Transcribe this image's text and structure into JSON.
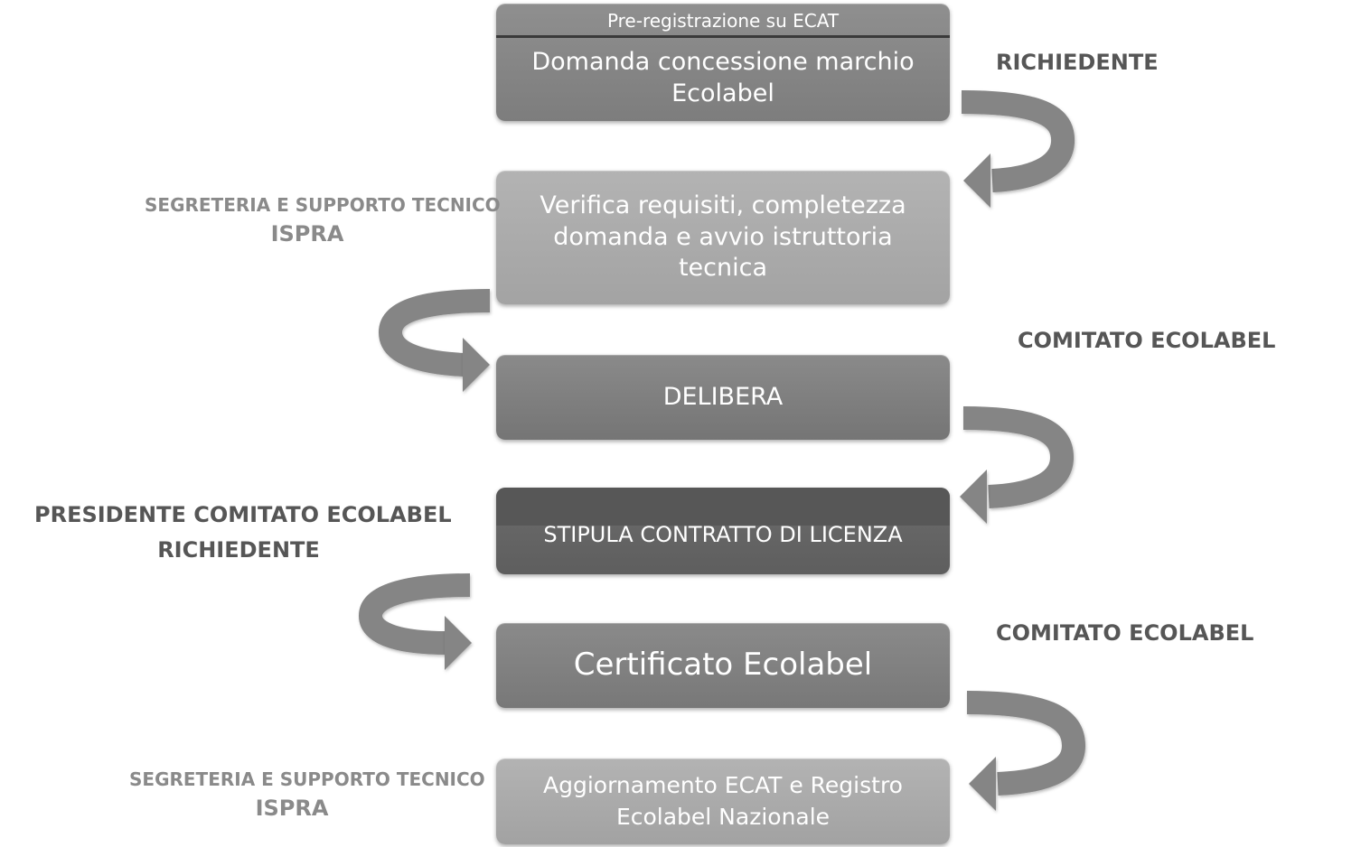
{
  "steps": {
    "pre_registration": "Pre-registrazione su ECAT",
    "application": "Domanda concessione marchio Ecolabel",
    "verification": "Verifica requisiti, completezza domanda e avvio istruttoria tecnica",
    "resolution": "DELIBERA",
    "license_contract": "STIPULA CONTRATTO DI LICENZA",
    "certificate": "Certificato Ecolabel",
    "update": "Aggiornamento ECAT e Registro Ecolabel Nazionale"
  },
  "actors": {
    "applicant": "RICHIEDENTE",
    "secretariat_1_line1": "SEGRETERIA E SUPPORTO TECNICO",
    "secretariat_1_line2": "ISPRA",
    "committee_1": "COMITATO ECOLABEL",
    "president_line1": "PRESIDENTE COMITATO ECOLABEL",
    "president_line2": "RICHIEDENTE",
    "committee_2": "COMITATO ECOLABEL",
    "secretariat_2_line1": "SEGRETERIA E SUPPORTO TECNICO",
    "secretariat_2_line2": "ISPRA"
  },
  "colors": {
    "box_dark": "#7d7d7d",
    "box_light": "#a8a8a8",
    "box_darkest": "#5e5e5e",
    "arrow": "#858585",
    "label_dark": "#565656",
    "label_light": "#8a8a8a"
  }
}
